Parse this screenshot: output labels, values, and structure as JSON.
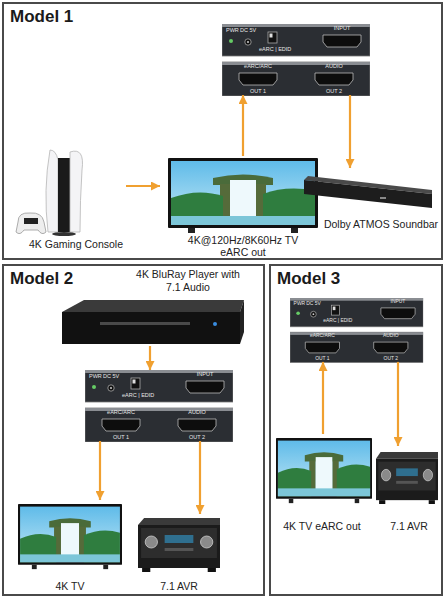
{
  "diagram": {
    "nodes": [
      {
        "text": [
          "Model 1"
        ]
      },
      {
        "text": [
          "PWR",
          "DC 5V",
          "eARC | EDID"
        ],
        "in": 0
      },
      {
        "text": [
          "INPUT"
        ],
        "in": 1
      },
      {
        "text": [
          "eARC/ARC",
          "OUT 1"
        ],
        "in": 0
      },
      {
        "text": [
          "AUDIO",
          "OUT 2"
        ],
        "in": 0
      },
      {
        "text": [
          "4K Gaming Console"
        ],
        "in": 0
      },
      {
        "text": [
          "4K@120Hz/8K60Hz TV eARC out"
        ],
        "in": 0
      },
      {
        "text": [
          "Dolby ATMOS Soundbar"
        ],
        "in": 0
      },
      {
        "text": [
          "Model 2"
        ]
      },
      {
        "text": [
          "4K BluRay Player with 7.1 Audio"
        ],
        "in": 8
      },
      {
        "text": [
          "PWR",
          "DC 5V",
          "eARC | EDID"
        ],
        "in": 8
      },
      {
        "text": [
          "INPUT"
        ],
        "in": 10
      },
      {
        "text": [
          "eARC/ARC",
          "OUT 1"
        ],
        "in": 8
      },
      {
        "text": [
          "AUDIO",
          "OUT 2"
        ],
        "in": 8
      },
      {
        "text": [
          "4K TV"
        ],
        "in": 8
      },
      {
        "text": [
          "7.1 AVR"
        ],
        "in": 8
      },
      {
        "text": [
          "Model 3"
        ]
      },
      {
        "text": [
          "PWR",
          "DC 5V",
          "eARC | EDID"
        ],
        "in": 16
      },
      {
        "text": [
          "INPUT"
        ],
        "in": 17
      },
      {
        "text": [
          "eARC/ARC",
          "OUT 1"
        ],
        "in": 16
      },
      {
        "text": [
          "AUDIO",
          "OUT 2"
        ],
        "in": 16
      },
      {
        "text": [
          "4K TV eARC out"
        ],
        "in": 16
      },
      {
        "text": [
          "7.1 AVR"
        ],
        "in": 16
      }
    ],
    "edges": [
      {
        "from": 5,
        "to": 6,
        "arrow": "to"
      },
      {
        "from": 6,
        "to": 3,
        "arrow": "to"
      },
      {
        "from": 4,
        "to": 7,
        "arrow": "to"
      },
      {
        "from": 9,
        "to": 10,
        "arrow": "to"
      },
      {
        "from": 12,
        "to": 14,
        "arrow": "to"
      },
      {
        "from": 13,
        "to": 15,
        "arrow": "to"
      },
      {
        "from": 21,
        "to": 19,
        "arrow": "to"
      },
      {
        "from": 20,
        "to": 22,
        "arrow": "to"
      }
    ]
  }
}
